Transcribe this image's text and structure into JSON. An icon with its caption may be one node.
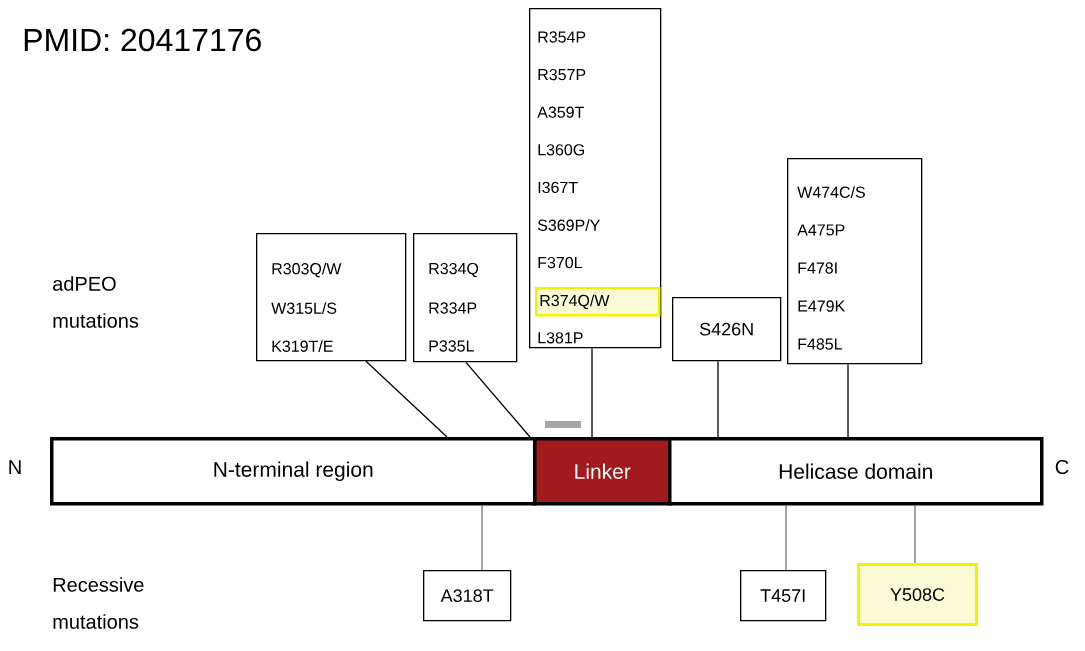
{
  "diagram": {
    "nodes": [
      {
        "text": [
          "N-terminal region"
        ]
      },
      {
        "text": [
          "Linker"
        ]
      },
      {
        "text": [
          "Helicase domain"
        ]
      },
      {
        "text": [
          "R303Q/W",
          "W315L/S",
          "K319T/E"
        ]
      },
      {
        "text": [
          "R334Q",
          "R334P",
          "P335L"
        ]
      },
      {
        "text": [
          "R354P",
          "R357P",
          "A359T",
          "L360G",
          "I367T",
          "S369P/Y",
          "F370L",
          "L381P"
        ]
      },
      {
        "text": [
          "R374Q/W"
        ],
        "in": 5
      },
      {
        "text": [
          "S426N"
        ]
      },
      {
        "text": [
          "W474C/S",
          "A475P",
          "F478I",
          "E479K",
          "F485L"
        ]
      },
      {
        "text": [
          "A318T"
        ]
      },
      {
        "text": [
          "T457I"
        ]
      },
      {
        "text": [
          "Y508C"
        ]
      }
    ],
    "edges": [
      {
        "from": 3,
        "to": 0,
        "arrow": "none"
      },
      {
        "from": 4,
        "to": 0,
        "arrow": "none"
      },
      {
        "from": 5,
        "to": 1,
        "arrow": "none"
      },
      {
        "from": 7,
        "to": 2,
        "arrow": "none"
      },
      {
        "from": 8,
        "to": 2,
        "arrow": "none"
      },
      {
        "from": 9,
        "to": 0,
        "arrow": "none"
      },
      {
        "from": 10,
        "to": 2,
        "arrow": "none"
      },
      {
        "from": 11,
        "to": 2,
        "arrow": "none"
      }
    ],
    "labels": [
      "PMID: 20417176",
      "adPEO mutations",
      "N",
      "C",
      "Recessive mutations"
    ]
  }
}
